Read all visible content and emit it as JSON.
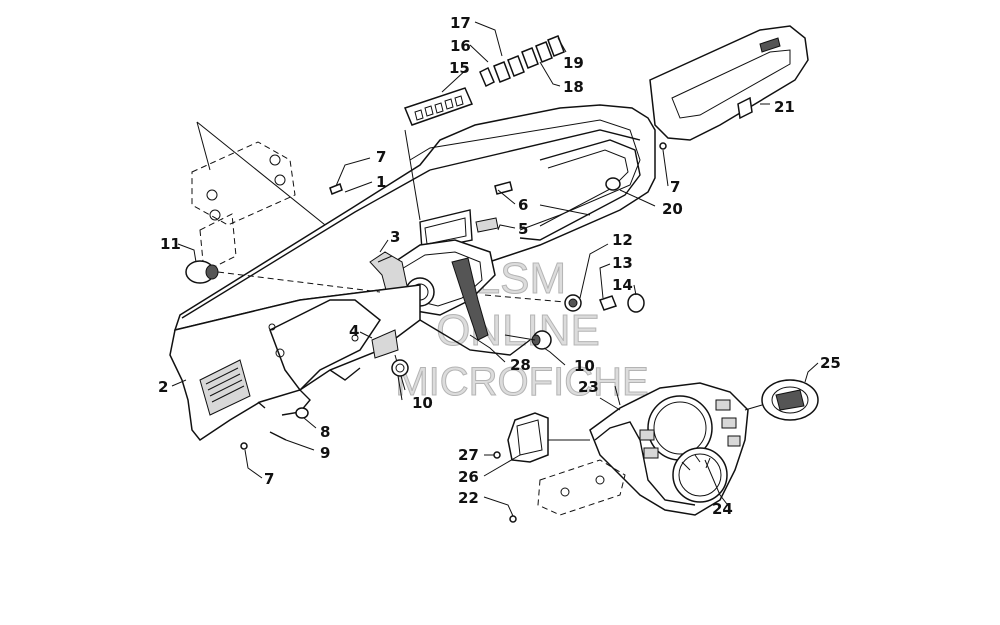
{
  "watermark": {
    "line1": "HLSM",
    "line2": "ONLINE",
    "line3": "MICROFICHE"
  },
  "callouts": [
    {
      "id": "c17",
      "text": "17"
    },
    {
      "id": "c16",
      "text": "16"
    },
    {
      "id": "c15",
      "text": "15"
    },
    {
      "id": "c19",
      "text": "19"
    },
    {
      "id": "c18",
      "text": "18"
    },
    {
      "id": "c21",
      "text": "21"
    },
    {
      "id": "c7a",
      "text": "7"
    },
    {
      "id": "c1",
      "text": "1"
    },
    {
      "id": "c7b",
      "text": "7"
    },
    {
      "id": "c20",
      "text": "20"
    },
    {
      "id": "c6",
      "text": "6"
    },
    {
      "id": "c5",
      "text": "5"
    },
    {
      "id": "c3",
      "text": "3"
    },
    {
      "id": "c11",
      "text": "11"
    },
    {
      "id": "c12",
      "text": "12"
    },
    {
      "id": "c13",
      "text": "13"
    },
    {
      "id": "c14",
      "text": "14"
    },
    {
      "id": "c4",
      "text": "4"
    },
    {
      "id": "c25",
      "text": "25"
    },
    {
      "id": "c28",
      "text": "28"
    },
    {
      "id": "c10a",
      "text": "10"
    },
    {
      "id": "c23",
      "text": "23"
    },
    {
      "id": "c2",
      "text": "2"
    },
    {
      "id": "c10b",
      "text": "10"
    },
    {
      "id": "c8",
      "text": "8"
    },
    {
      "id": "c9",
      "text": "9"
    },
    {
      "id": "c27",
      "text": "27"
    },
    {
      "id": "c26",
      "text": "26"
    },
    {
      "id": "c7c",
      "text": "7"
    },
    {
      "id": "c22",
      "text": "22"
    },
    {
      "id": "c24",
      "text": "24"
    }
  ]
}
